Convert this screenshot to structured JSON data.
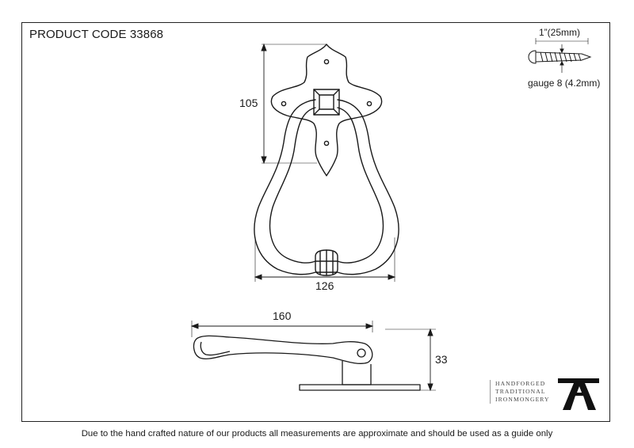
{
  "product_code": "PRODUCT CODE 33868",
  "dimensions": {
    "height": "105",
    "width": "126",
    "length": "160",
    "depth": "33"
  },
  "screw": {
    "length": "1”(25mm)",
    "gauge": "gauge 8 (4.2mm)"
  },
  "brand": {
    "line1": "HANDFORGED",
    "line2": "TRADITIONAL",
    "line3": "IRONMONGERY",
    "logo_icon": "anvil-a-logo-icon"
  },
  "footer": "Due to the hand crafted nature of our products all measurements are approximate and should be used as a guide only",
  "colors": {
    "line": "#1a1a1a",
    "background": "#ffffff"
  }
}
